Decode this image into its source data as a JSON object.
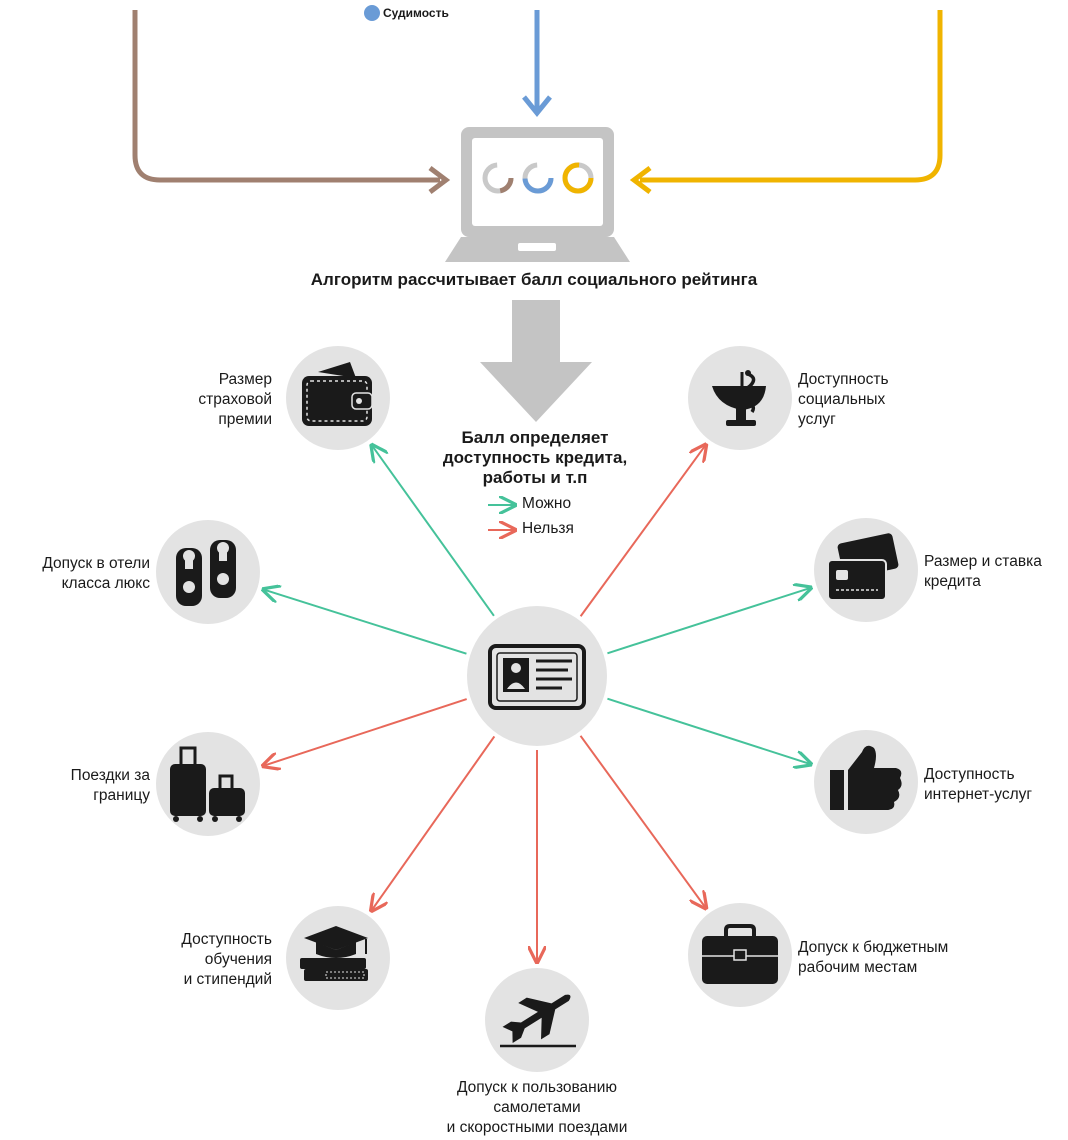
{
  "colors": {
    "brown": "#a08070",
    "blue": "#6a9bd6",
    "yellow": "#f0b400",
    "gray": "#c4c4c4",
    "circle": "#e3e3e3",
    "green": "#45c29a",
    "red": "#e8685a",
    "icon": "#1a1a1a"
  },
  "top_legend": {
    "conviction_label": "Судимость"
  },
  "algorithm_label": "Алгоритм рассчитывает балл социального рейтинга",
  "score_label": "Балл определяет\nдоступность кредита,\nработы и т.п",
  "legend": {
    "allowed": "Можно",
    "forbidden": "Нельзя"
  },
  "center_icon": "id-card-icon",
  "nodes": [
    {
      "id": "insurance",
      "label": "Размер\nстраховой\nпремии",
      "icon": "wallet-icon",
      "status": "allowed"
    },
    {
      "id": "hotels",
      "label": "Допуск в отели\nкласса люкс",
      "icon": "door-hanger-icon",
      "status": "allowed"
    },
    {
      "id": "travel",
      "label": "Поездки за\nграницу",
      "icon": "luggage-icon",
      "status": "forbidden"
    },
    {
      "id": "education",
      "label": "Доступность\nобучения\nи стипендий",
      "icon": "graduation-books-icon",
      "status": "forbidden"
    },
    {
      "id": "planes",
      "label": "Допуск к пользованию\nсамолетами\nи скоростными поездами",
      "icon": "airplane-icon",
      "status": "forbidden"
    },
    {
      "id": "public_jobs",
      "label": "Допуск к бюджетным\nрабочим местам",
      "icon": "briefcase-icon",
      "status": "forbidden"
    },
    {
      "id": "internet",
      "label": "Доступность\nинтернет-услуг",
      "icon": "thumbs-up-icon",
      "status": "allowed"
    },
    {
      "id": "credit",
      "label": "Размер и ставка\nкредита",
      "icon": "credit-card-icon",
      "status": "allowed"
    },
    {
      "id": "social",
      "label": "Доступность\nсоциальных\nуслуг",
      "icon": "medicine-icon",
      "status": "forbidden"
    }
  ]
}
